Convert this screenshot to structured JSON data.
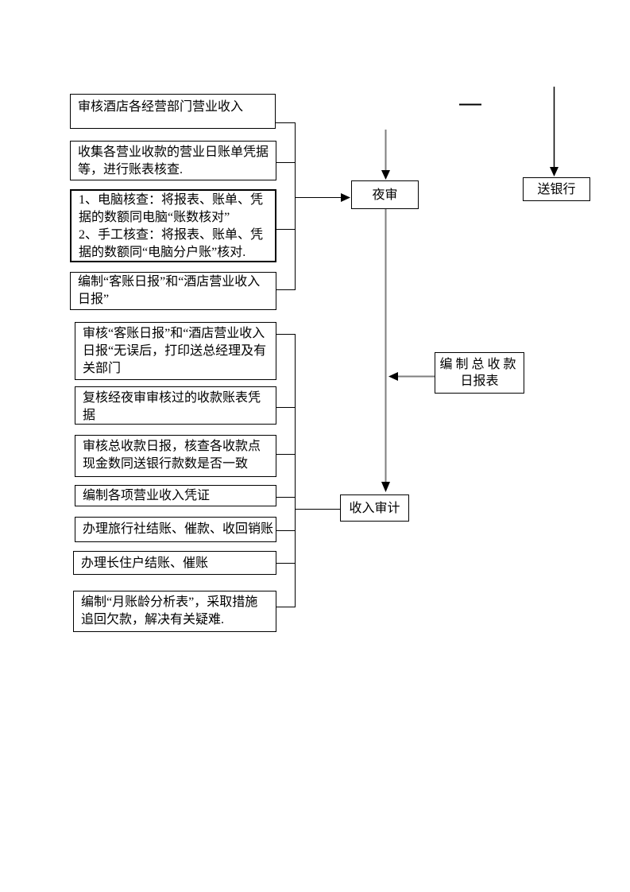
{
  "page": {
    "background": "#ffffff"
  },
  "colors": {
    "line_black": "#000000",
    "connector_gray": "#7f7f7f"
  },
  "flow": {
    "left_boxes": [
      {
        "text": "审核酒店各经营部门营业收入"
      },
      {
        "text": "收集各营业收款的营业日账单凭据等，进行账表核查."
      },
      {
        "text": "1、电脑核查：将报表、账单、凭据的数额同电脑“账数核对”\n2、手工核查：将报表、账单、凭据的数额同“电脑分户账”核对."
      },
      {
        "text": "编制“客账日报”和“酒店营业收入日报”"
      },
      {
        "text": "审核“客账日报”和“酒店营业收入日报“无误后，打印送总经理及有关部门"
      },
      {
        "text": "复核经夜审审核过的收款账表凭据"
      },
      {
        "text": "审核总收款日报，核查各收款点现金数同送银行款数是否一致"
      },
      {
        "text": "编制各项营业收入凭证"
      },
      {
        "text": "办理旅行社结账、催款、收回销账"
      },
      {
        "text": "办理长住户结账、催账"
      },
      {
        "text": "编制“月账龄分析表”，采取措施追回欠款，解决有关疑难."
      }
    ],
    "nodes": {
      "night_audit": "夜审",
      "send_bank": "送银行",
      "daily_report_line1": "编制总收款",
      "daily_report_line2": "日报表",
      "income_audit": "收入审计"
    }
  }
}
